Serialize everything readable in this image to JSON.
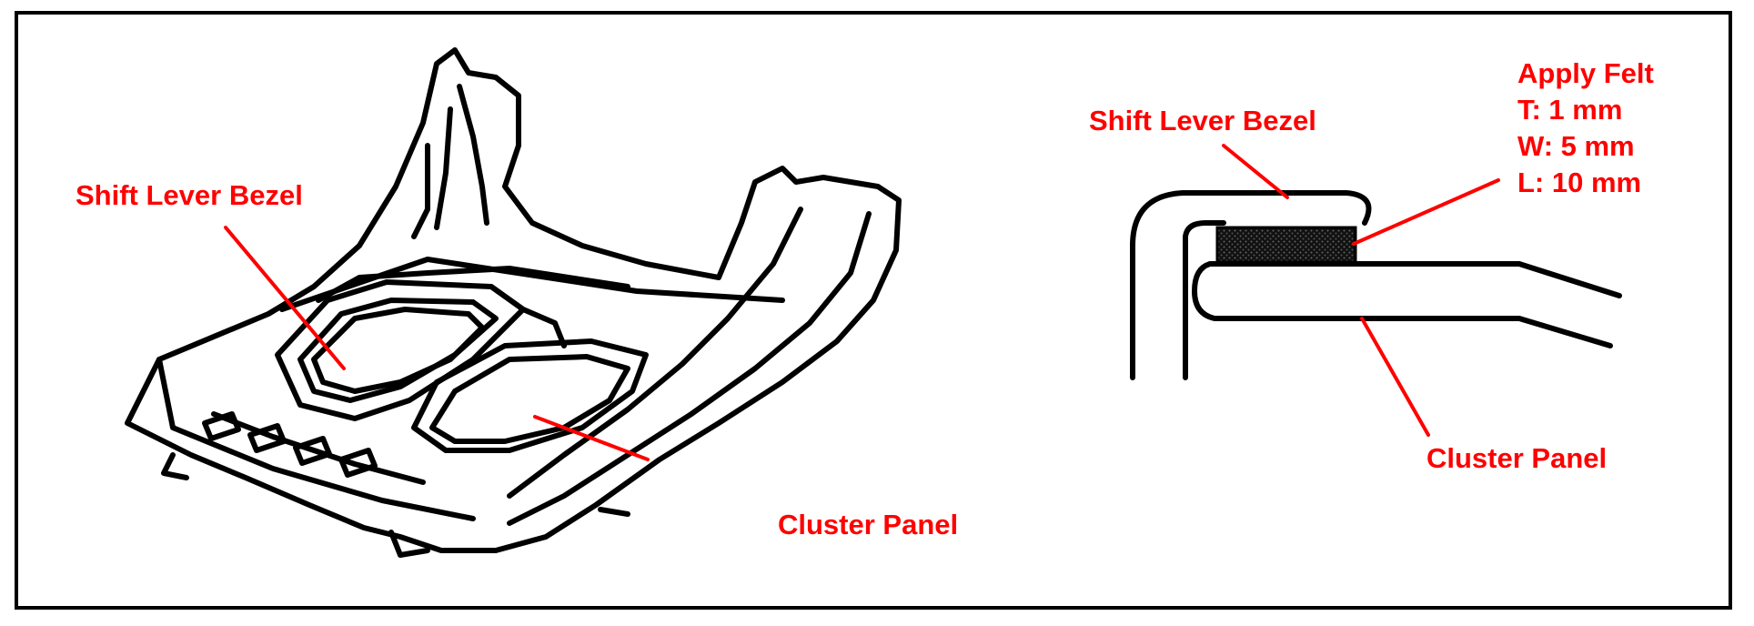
{
  "colors": {
    "label": "#ff0000",
    "line_art": "#000000",
    "background": "#ffffff"
  },
  "left_view": {
    "shift_lever_bezel": "Shift Lever Bezel",
    "cluster_panel": "Cluster Panel"
  },
  "right_view": {
    "shift_lever_bezel": "Shift Lever Bezel",
    "cluster_panel": "Cluster Panel",
    "felt_spec": {
      "title": "Apply Felt",
      "thickness": "T: 1 mm",
      "width": "W: 5 mm",
      "length": "L: 10 mm"
    }
  }
}
